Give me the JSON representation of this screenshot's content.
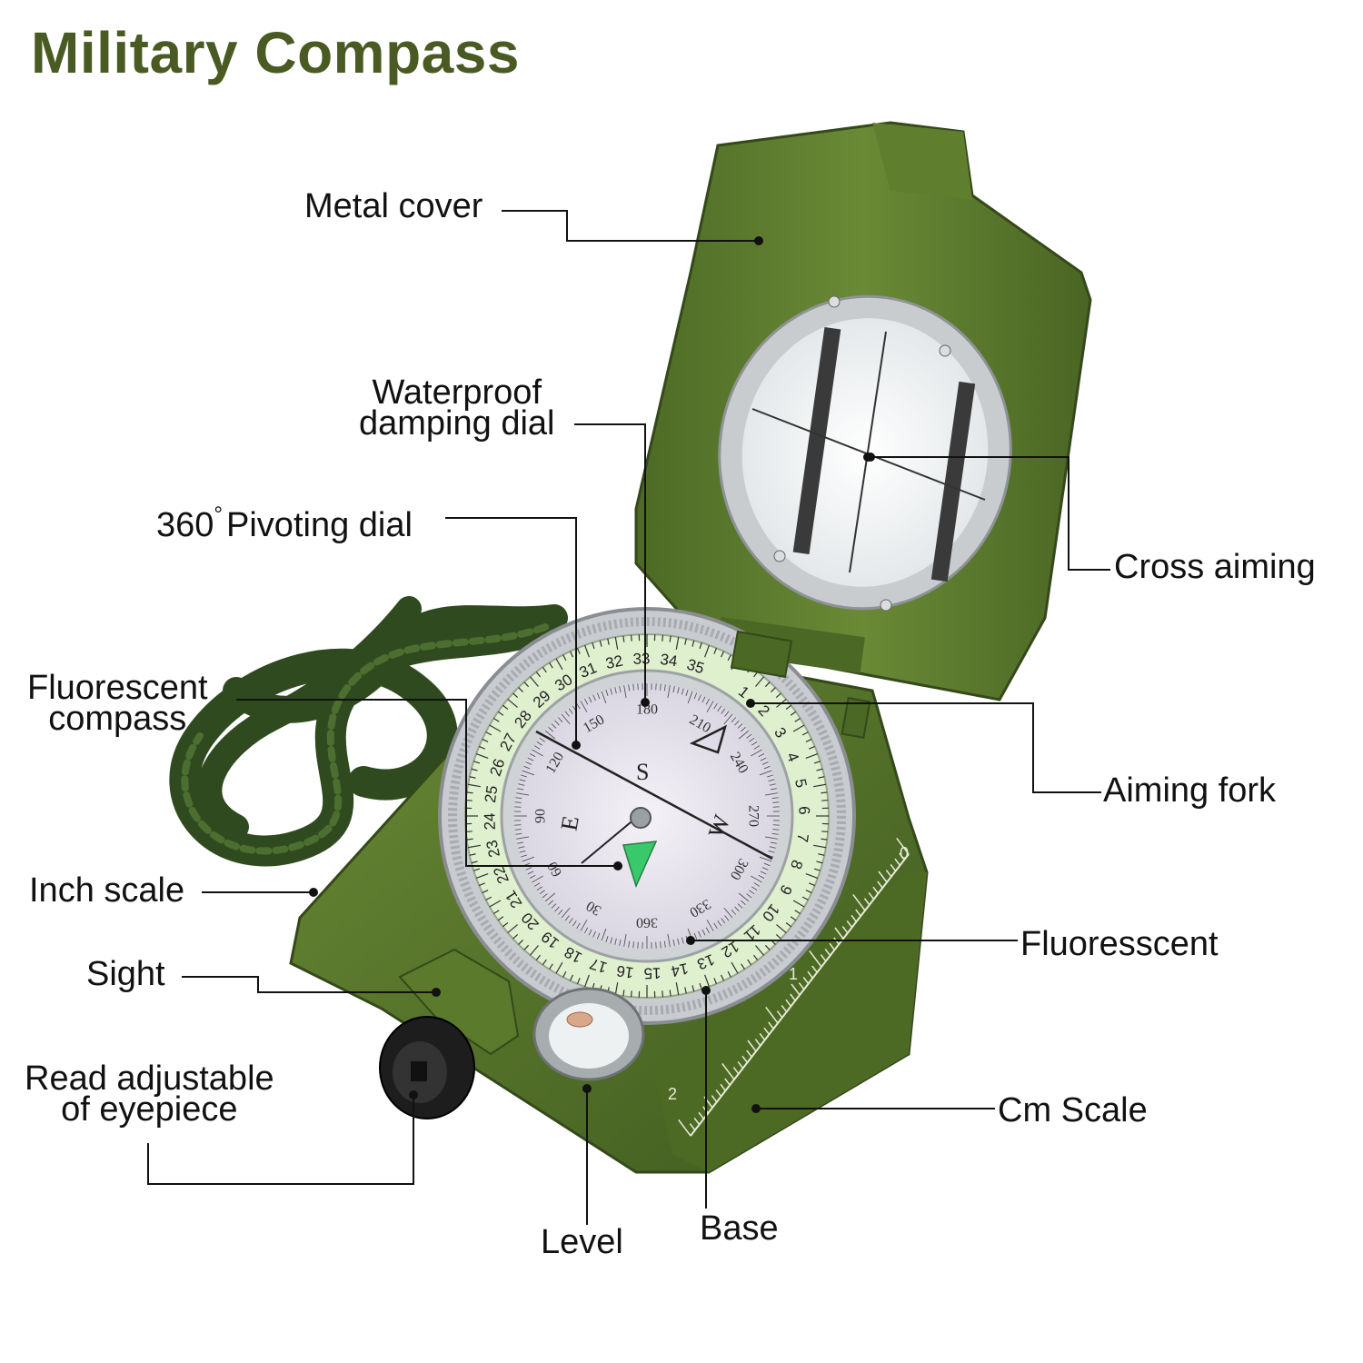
{
  "title": "Military Compass",
  "colors": {
    "title": "#4a5a23",
    "body_green": "#5c7a2d",
    "body_dark": "#3f5a1f",
    "cord": "#2f4a1f",
    "dial_glow": "#dff0cf",
    "face": "#ece8f2",
    "needle": "#39c86a"
  },
  "labels": {
    "metal_cover": "Metal cover",
    "waterproof_line1": "Waterproof",
    "waterproof_line2": "damping dial",
    "pivot_number": "360",
    "pivot_degree": "°",
    "pivot_text": "Pivoting dial",
    "fluorescent_line1": "Fluorescent",
    "fluorescent_line2": "compass",
    "inch_scale": "Inch scale",
    "sight": "Sight",
    "read_line1": "Read adjustable",
    "read_line2": "of eyepiece",
    "level": "Level",
    "base": "Base",
    "cm_scale": "Cm Scale",
    "fluoresscent": "Fluoresscent",
    "aiming_fork": "Aiming fork",
    "cross_aiming": "Cross aiming"
  },
  "dial": {
    "outer_numbers": [
      "1",
      "2",
      "3",
      "4",
      "5",
      "6",
      "7",
      "8",
      "9",
      "10",
      "11",
      "12",
      "13",
      "14",
      "15",
      "16",
      "17",
      "18",
      "19",
      "20",
      "21",
      "22",
      "23",
      "24",
      "25",
      "26",
      "27",
      "28",
      "29",
      "30",
      "31",
      "32",
      "33",
      "34",
      "35"
    ],
    "inner_degrees": [
      "180",
      "210",
      "240",
      "270",
      "300",
      "330",
      "360",
      "30",
      "60",
      "90",
      "120",
      "150"
    ],
    "cardinal": {
      "south": "S",
      "west": "W",
      "east": "E"
    }
  },
  "scale": {
    "cm_marks": [
      "0",
      "1",
      "2"
    ]
  }
}
